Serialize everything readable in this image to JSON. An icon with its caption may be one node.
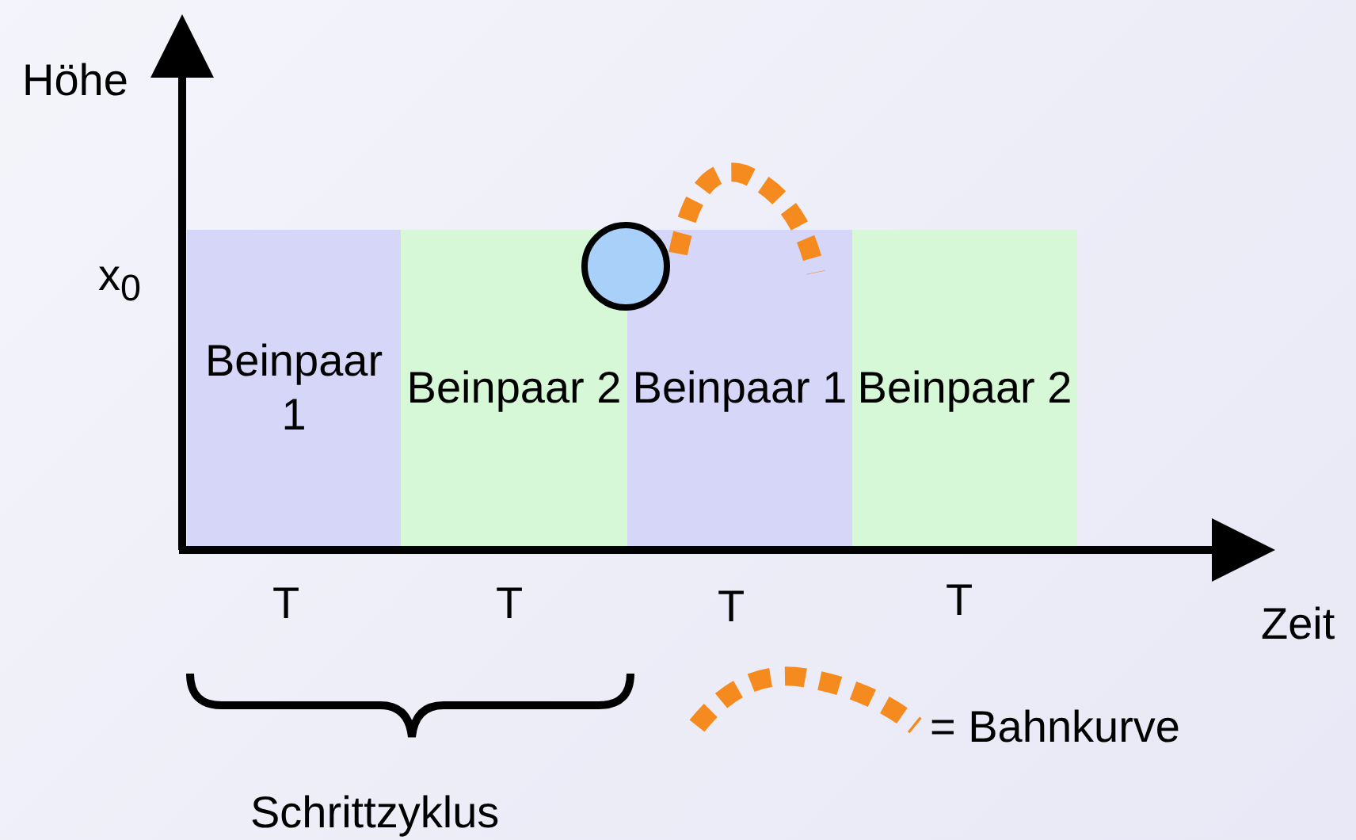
{
  "diagram": {
    "nodes": [
      {
        "text": [
          "Beinpaar 1"
        ]
      },
      {
        "text": [
          "Beinpaar 2"
        ]
      },
      {
        "text": [
          "Beinpaar 1"
        ]
      },
      {
        "text": [
          "Beinpaar 2"
        ]
      },
      {
        "text": [],
        "shape": "circle"
      }
    ],
    "labels": [
      "Höhe",
      "x$_{0}$",
      "Zeit",
      "T",
      "T",
      "T",
      "T",
      "Schrittzyklus"
    ],
    "legend": [
      {
        "text": "= Bahnkurve"
      }
    ]
  }
}
